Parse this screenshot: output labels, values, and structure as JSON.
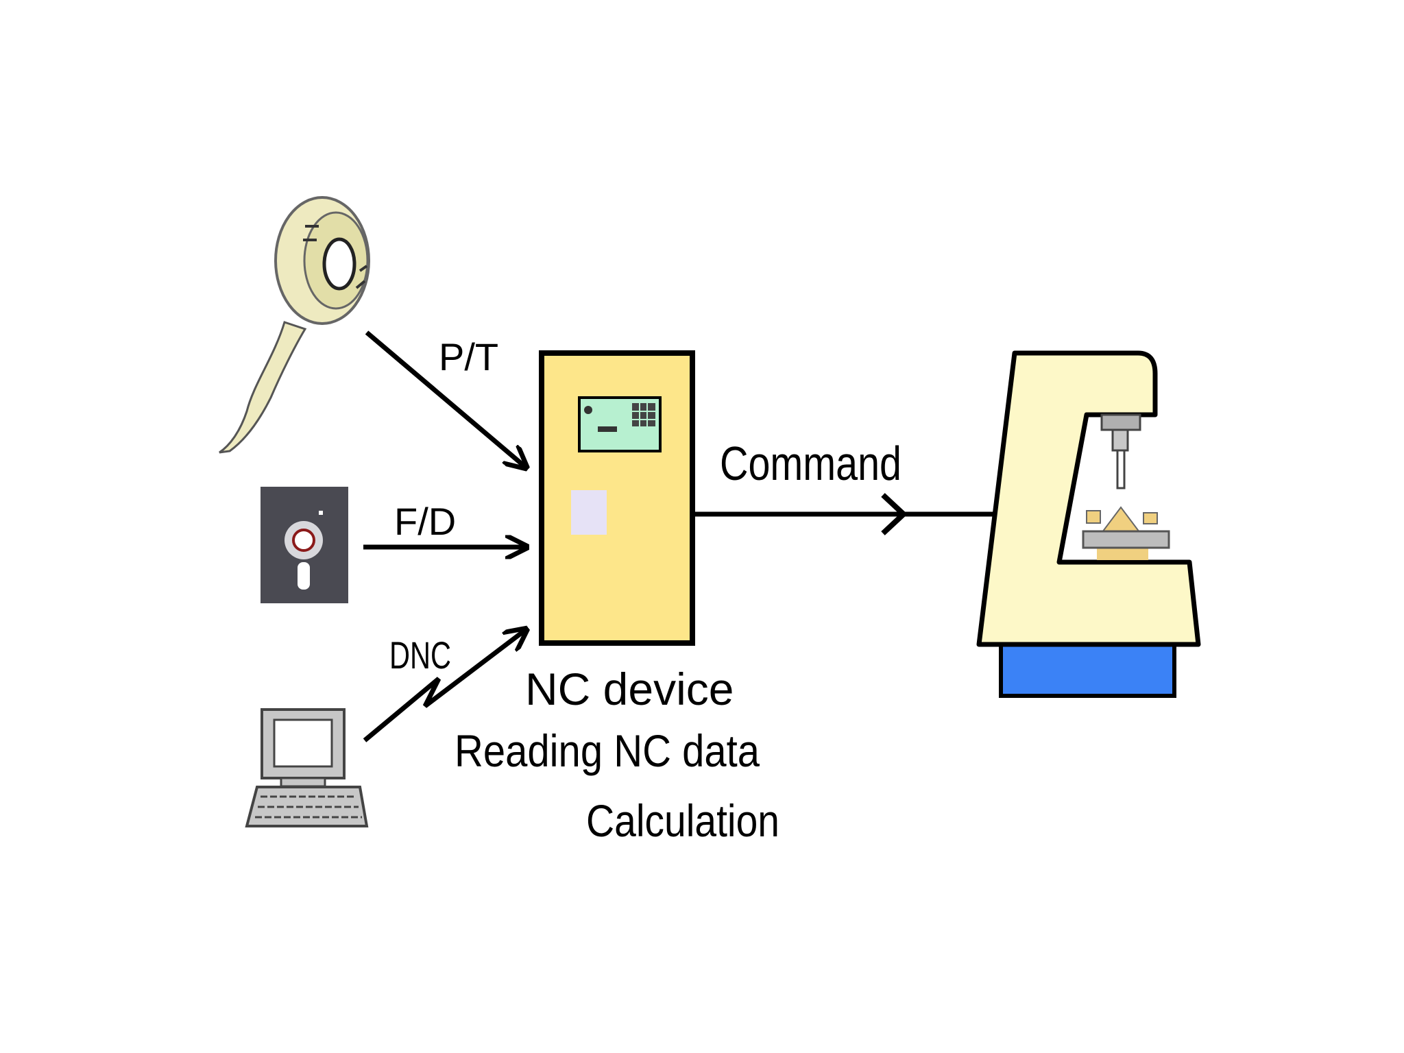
{
  "diagram": {
    "inputs": {
      "paper_tape": {
        "label": "P/T",
        "icon": "paper-tape-reel-icon"
      },
      "floppy_disk": {
        "label": "F/D",
        "icon": "floppy-disk-icon"
      },
      "computer": {
        "label": "DNC",
        "icon": "desktop-computer-icon"
      }
    },
    "nc_device": {
      "lines": [
        "NC device",
        "Reading NC data",
        "Calculation"
      ],
      "icon": "nc-control-cabinet-icon"
    },
    "command": {
      "label": "Command"
    },
    "machine": {
      "icon": "milling-machine-icon"
    },
    "colors": {
      "cabinet": "#fde68a",
      "machine_body": "#fdf8c8",
      "machine_base": "#3b82f6",
      "screen": "#b7f0d0",
      "floppy": "#4a4a52",
      "tape": "#eeeac0"
    }
  }
}
